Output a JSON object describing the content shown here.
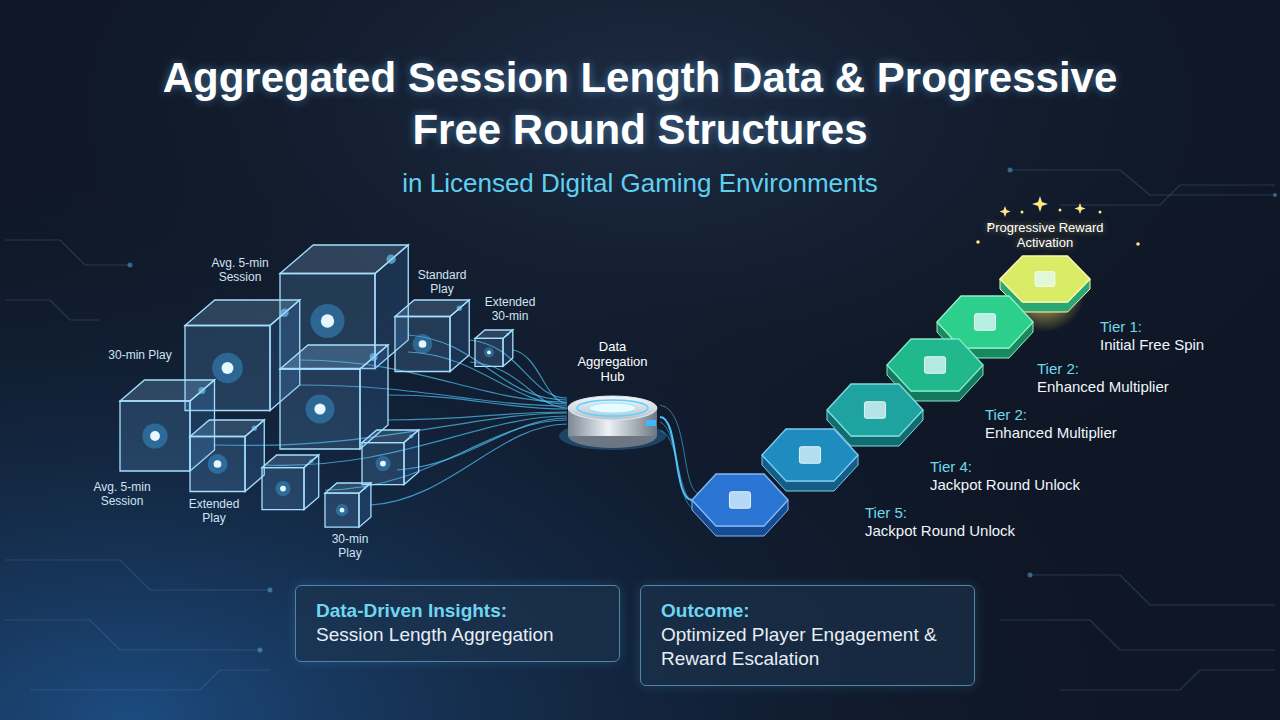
{
  "diagram": {
    "title": "Aggregated Session Length Data & Progressive Free Round Structures",
    "nodes": [
      {
        "text": [
          "Data Aggregation Hub"
        ]
      },
      {
        "text": [
          "Progressive Reward Activation"
        ]
      },
      {
        "text": [
          "Tier 1:",
          "Initial Free Spin"
        ]
      },
      {
        "text": [
          "Tier 2:",
          "Enhanced Multiplier"
        ]
      },
      {
        "text": [
          "Tier 2:",
          "Enhanced Multiplier"
        ]
      },
      {
        "text": [
          "Tier 4:",
          "Jackpot Round Unlock"
        ]
      },
      {
        "text": [
          "Tier 5:",
          "Jackpot Round Unlock"
        ]
      },
      {
        "text": [
          "Data-Driven Insights:",
          "Session Length Aggregation"
        ]
      },
      {
        "text": [
          "Outcome:",
          "Optimized Player Engagement & Reward Escalation"
        ]
      }
    ],
    "edges": [
      {
        "from": 0,
        "to": 6,
        "arrow": "none"
      }
    ],
    "labels": [
      "in Licensed Digital Gaming Environments",
      "Avg. 5-min Session",
      "30-min Play",
      "Standard Play",
      "Extended 30-min",
      "Avg. 5-min Session",
      "Extended Play",
      "30-min Play"
    ]
  }
}
